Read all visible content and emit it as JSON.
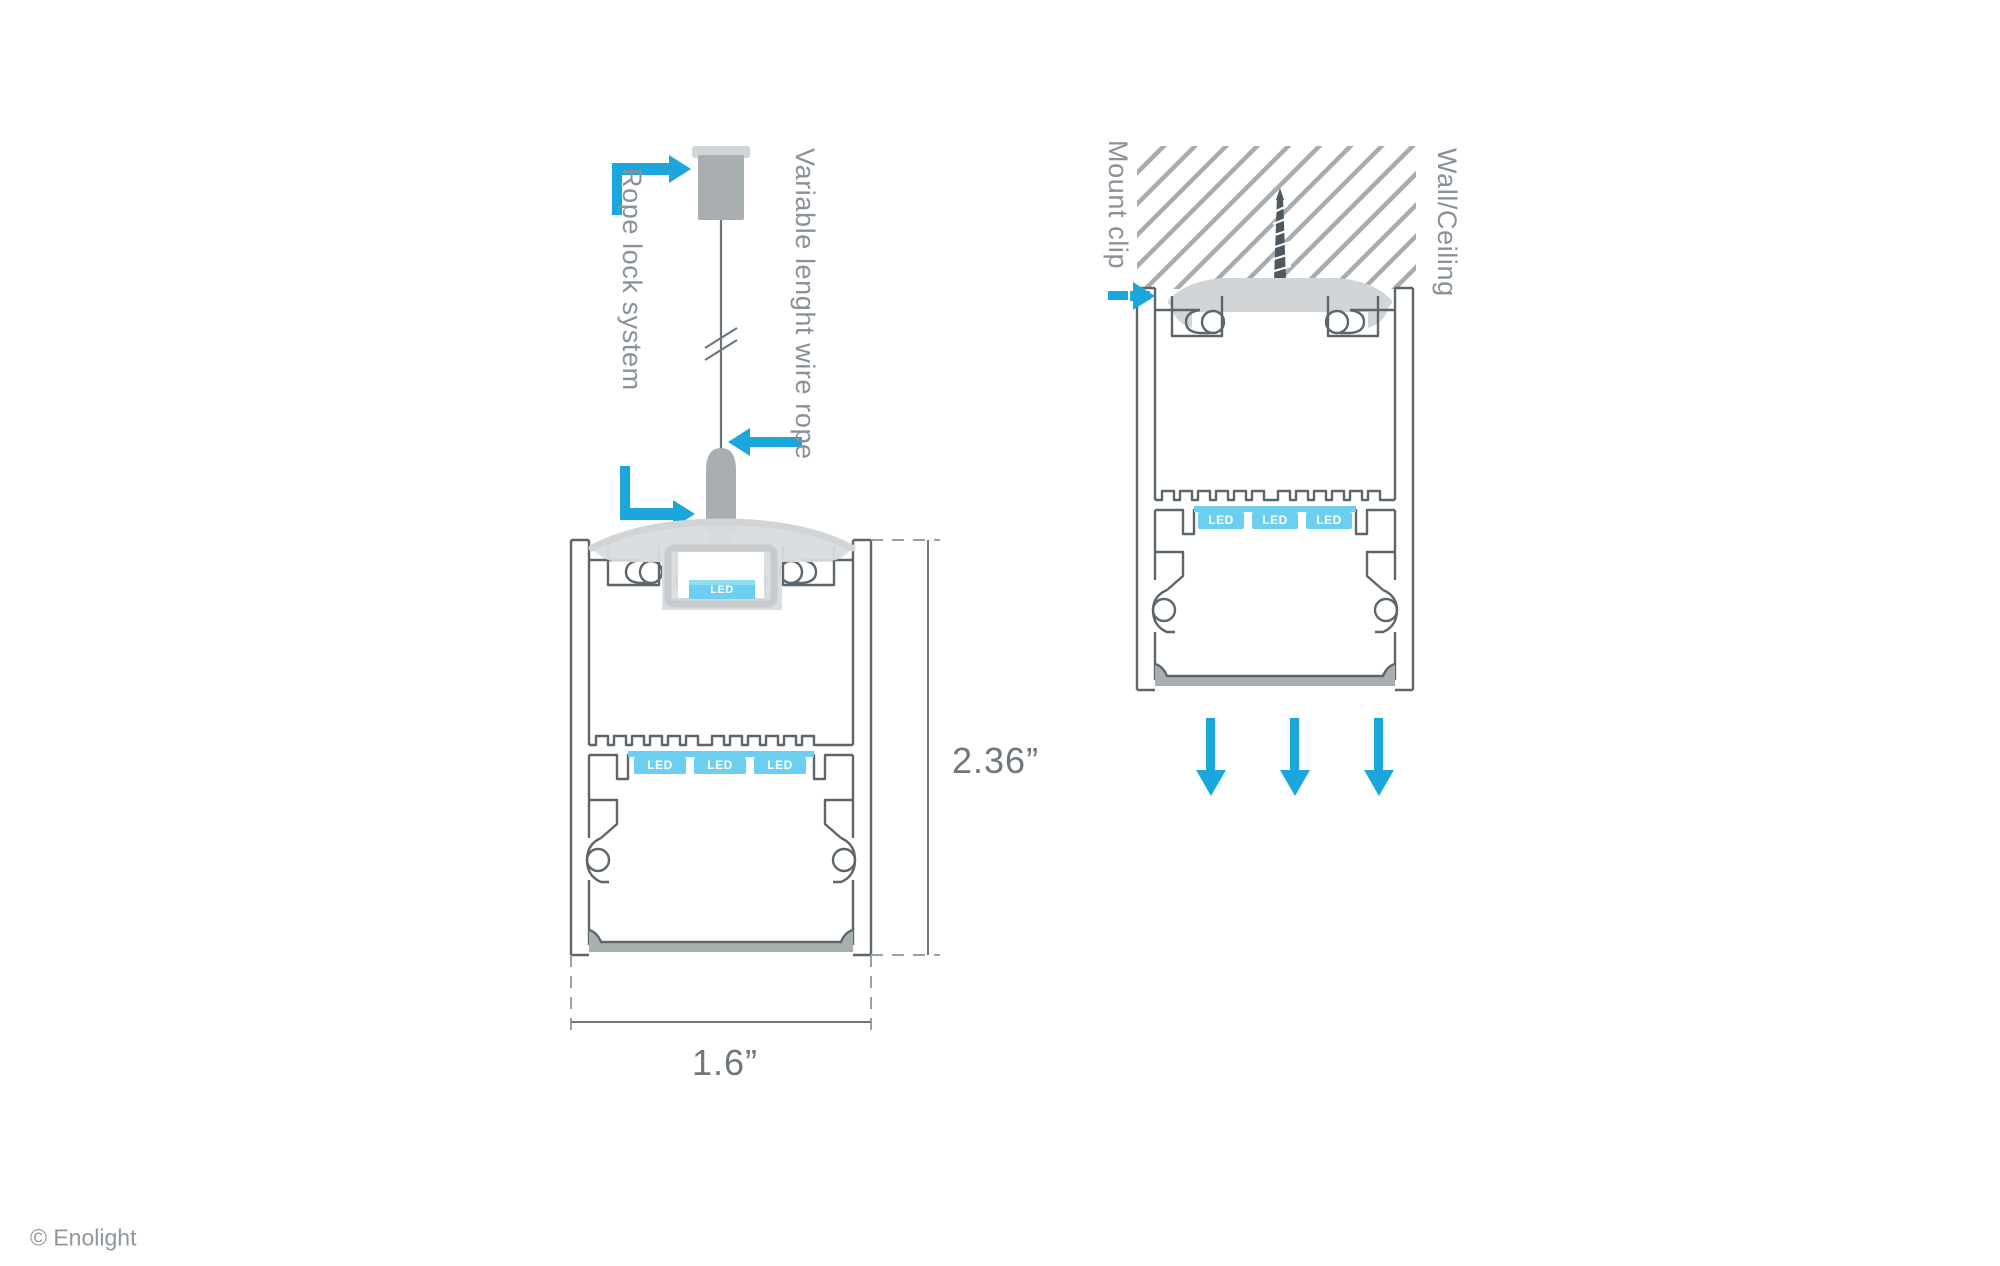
{
  "page": {
    "background": "#ffffff",
    "footer_credit": "© Enolight"
  },
  "colors": {
    "accent_blue": "#1BA7DC",
    "led_cyan": "#6DCFF0",
    "outline_gray": "#5d666d",
    "fill_gray": "#A9AEB1",
    "light_gray": "#D2D5D7",
    "hatch_gray": "#A7ACB0",
    "text_gray": "#8a9199",
    "dim_text": "#6f777e",
    "screw_dark": "#4f585f"
  },
  "left_diagram": {
    "name": "suspended-pendant-profile",
    "labels": {
      "rope_lock": "Rope lock system",
      "wire_rope": "Variable lenght wire rope"
    },
    "led_labels_top": [
      "LED"
    ],
    "led_labels_bottom": [
      "LED",
      "LED",
      "LED"
    ],
    "dimensions": {
      "height": "2.36”",
      "width": "1.6”"
    }
  },
  "right_diagram": {
    "name": "surface-mount-profile",
    "labels": {
      "mount_clip": "Mount clip",
      "wall_ceiling": "Wall/Ceiling"
    },
    "led_labels": [
      "LED",
      "LED",
      "LED"
    ],
    "light_arrow_count": 3
  }
}
